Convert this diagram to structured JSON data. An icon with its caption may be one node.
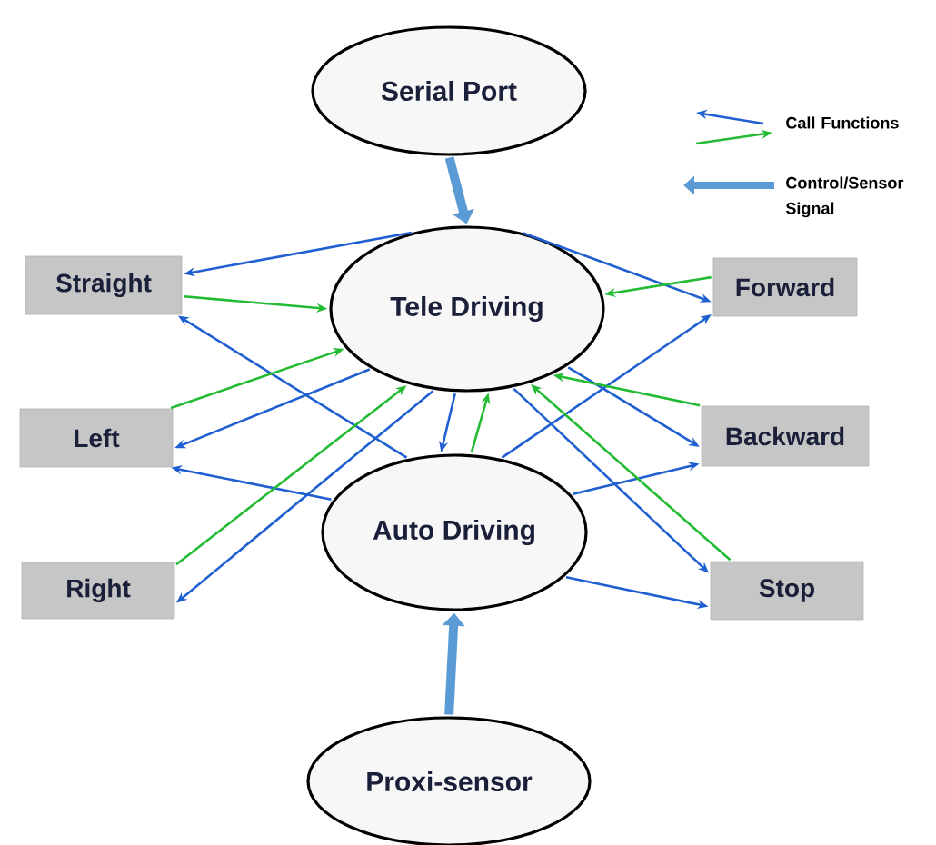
{
  "diagram": {
    "nodes": [
      {
        "text": [
          "Serial Port"
        ]
      },
      {
        "text": [
          "Tele Driving"
        ]
      },
      {
        "text": [
          "Auto Driving"
        ]
      },
      {
        "text": [
          "Proxi-sensor"
        ]
      },
      {
        "text": [
          "Straight"
        ]
      },
      {
        "text": [
          "Left"
        ]
      },
      {
        "text": [
          "Right"
        ]
      },
      {
        "text": [
          "Forward"
        ]
      },
      {
        "text": [
          "Backward"
        ]
      },
      {
        "text": [
          "Stop"
        ]
      }
    ],
    "edges": [
      {
        "from": 0,
        "to": 1,
        "arrow": "to",
        "style": "thick",
        "color": "#5b9bd5"
      },
      {
        "from": 3,
        "to": 2,
        "arrow": "to",
        "style": "thick",
        "color": "#5b9bd5"
      },
      {
        "from": 1,
        "to": 4,
        "arrow": "to"
      },
      {
        "from": 4,
        "to": 1,
        "arrow": "to",
        "color": "#22bb33"
      },
      {
        "from": 2,
        "to": 4,
        "arrow": "to"
      },
      {
        "from": 5,
        "to": 1,
        "arrow": "to",
        "color": "#22bb33"
      },
      {
        "from": 1,
        "to": 5,
        "arrow": "to"
      },
      {
        "from": 2,
        "to": 5,
        "arrow": "to"
      },
      {
        "from": 6,
        "to": 1,
        "arrow": "to",
        "color": "#22bb33"
      },
      {
        "from": 1,
        "to": 6,
        "arrow": "to"
      },
      {
        "from": 1,
        "to": 2,
        "arrow": "to"
      },
      {
        "from": 2,
        "to": 1,
        "arrow": "to",
        "color": "#22bb33"
      },
      {
        "from": 1,
        "to": 7,
        "arrow": "to"
      },
      {
        "from": 7,
        "to": 1,
        "arrow": "to",
        "color": "#22bb33"
      },
      {
        "from": 2,
        "to": 7,
        "arrow": "to"
      },
      {
        "from": 1,
        "to": 8,
        "arrow": "to"
      },
      {
        "from": 8,
        "to": 1,
        "arrow": "to",
        "color": "#22bb33"
      },
      {
        "from": 2,
        "to": 8,
        "arrow": "to"
      },
      {
        "from": 1,
        "to": 9,
        "arrow": "to"
      },
      {
        "from": 9,
        "to": 1,
        "arrow": "to",
        "color": "#22bb33"
      },
      {
        "from": 2,
        "to": 9,
        "arrow": "to"
      }
    ],
    "legend": [
      {
        "text": "Call Functions"
      },
      {
        "text": "Control/Sensor Signal"
      }
    ]
  }
}
